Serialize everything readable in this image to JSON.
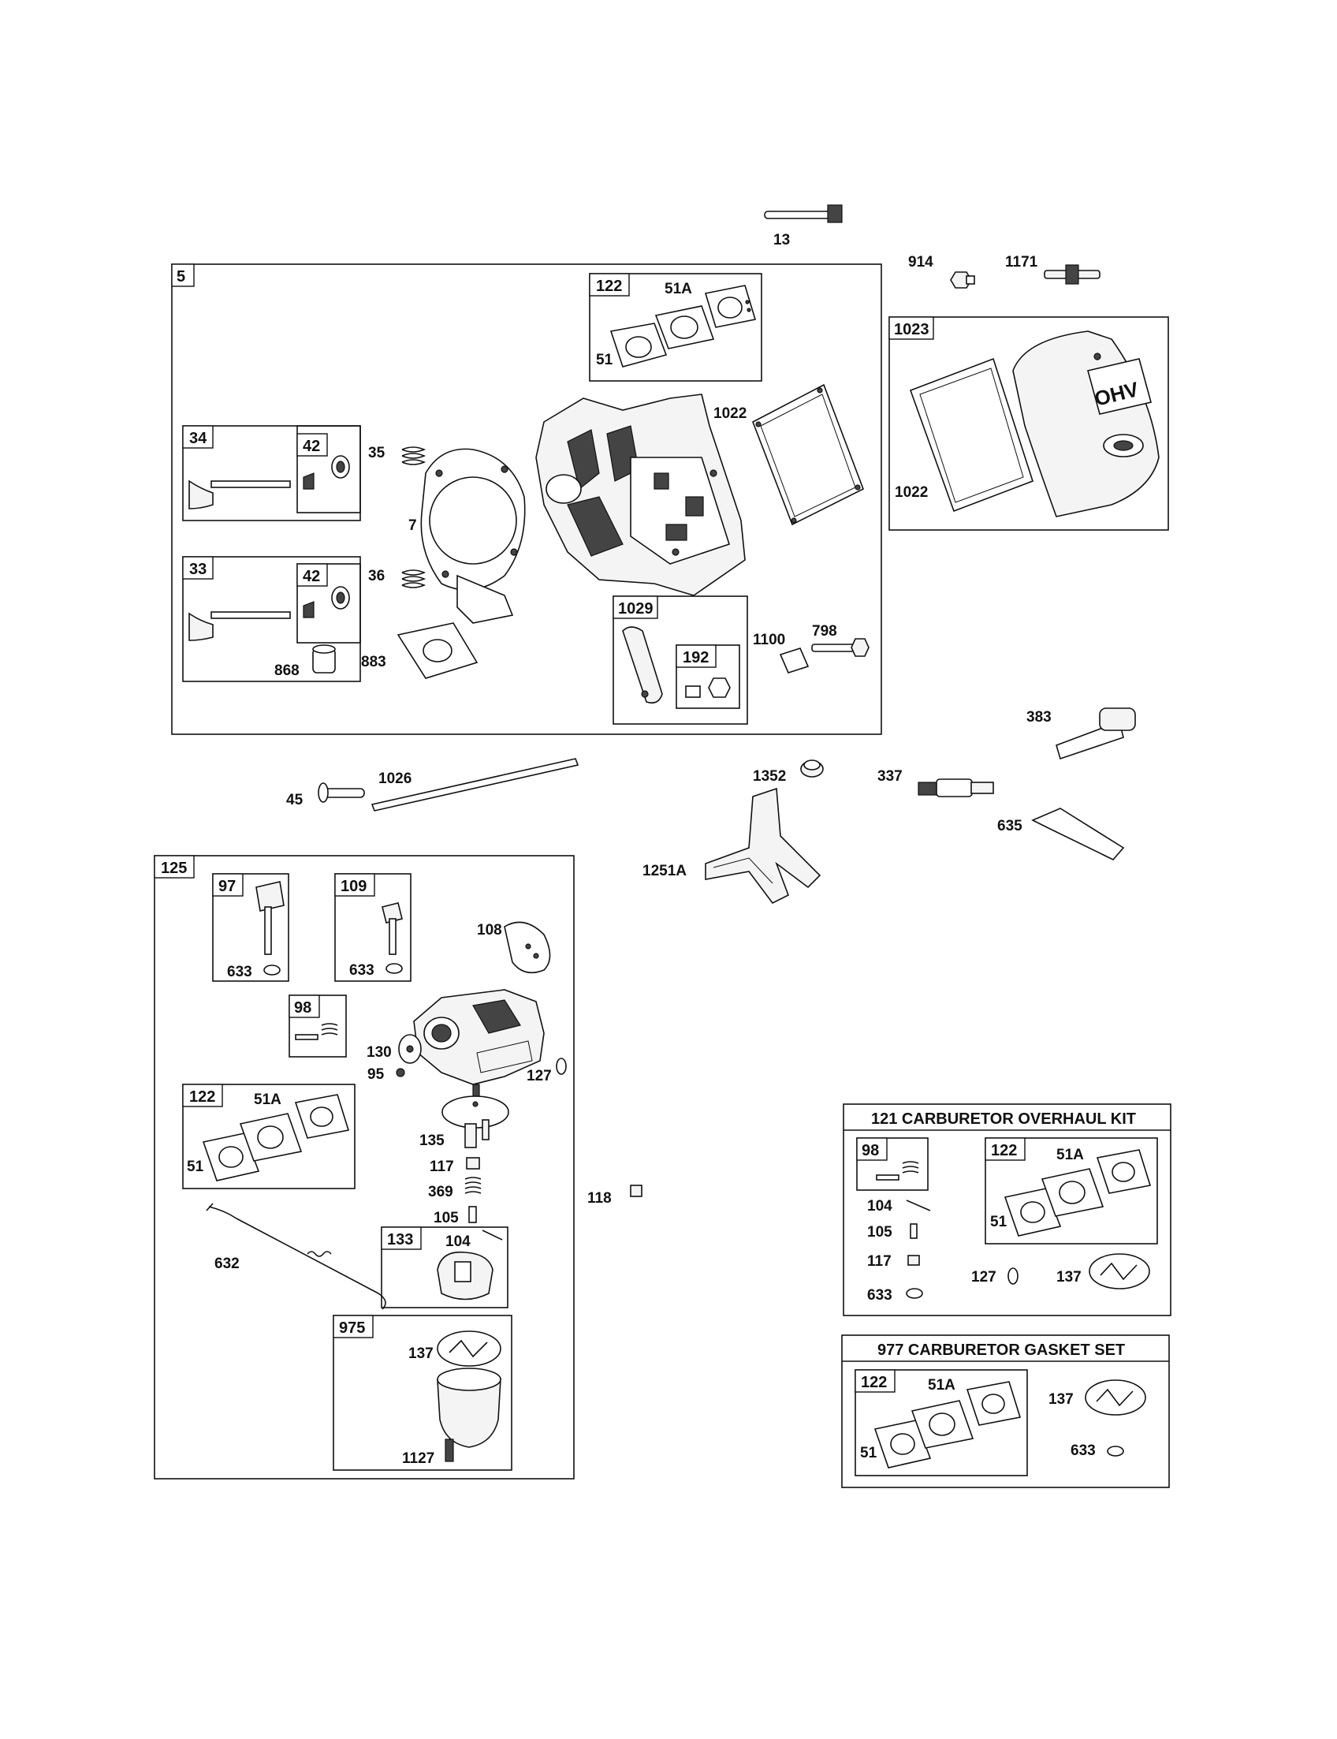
{
  "boxes": {
    "head_assembly": "5",
    "intake_gasket_set_a": "122",
    "exhaust_valve_kit": "34",
    "exhaust_keeper_kit": "42",
    "intake_valve_kit": "33",
    "intake_keeper_kit": "42",
    "rocker_arm_kit": "1029",
    "rocker_nut_kit": "192",
    "valve_cover_kit": "1023",
    "carburetor": "125",
    "choke_shaft_kit": "97",
    "throttle_shaft_kit": "109",
    "idle_screw_kit": "98",
    "intake_gasket_set_b": "122",
    "float_kit": "133",
    "bowl_kit": "975",
    "overhaul_kit_idle_screw": "98",
    "overhaul_kit_gasket_set": "122",
    "gasket_set_inner": "122"
  },
  "kits": {
    "overhaul_title": "121 CARBURETOR OVERHAUL KIT",
    "gasket_set_title": "977 CARBURETOR GASKET SET"
  },
  "labels": {
    "p13": "13",
    "p914": "914",
    "p1171": "1171",
    "h51a": "51A",
    "h51": "51",
    "p1022a": "1022",
    "p35": "35",
    "p7": "7",
    "p36": "36",
    "p868": "868",
    "p883": "883",
    "p1100": "1100",
    "p798": "798",
    "p1022b": "1022",
    "ohv": "OHV",
    "p383": "383",
    "p1352": "1352",
    "p337": "337",
    "p635": "635",
    "p1251a": "1251A",
    "p45": "45",
    "p1026": "1026",
    "c633a": "633",
    "c633b": "633",
    "p108": "108",
    "p130": "130",
    "p95": "95",
    "p127": "127",
    "c51a": "51A",
    "c51": "51",
    "p135": "135",
    "p117": "117",
    "p369": "369",
    "p105": "105",
    "p632": "632",
    "f104": "104",
    "b137": "137",
    "p1127": "1127",
    "p118": "118",
    "k104": "104",
    "k105": "105",
    "k117": "117",
    "k633": "633",
    "k127": "127",
    "k137": "137",
    "k51a": "51A",
    "k51": "51",
    "g51a": "51A",
    "g51": "51",
    "g137": "137",
    "g633": "633"
  }
}
